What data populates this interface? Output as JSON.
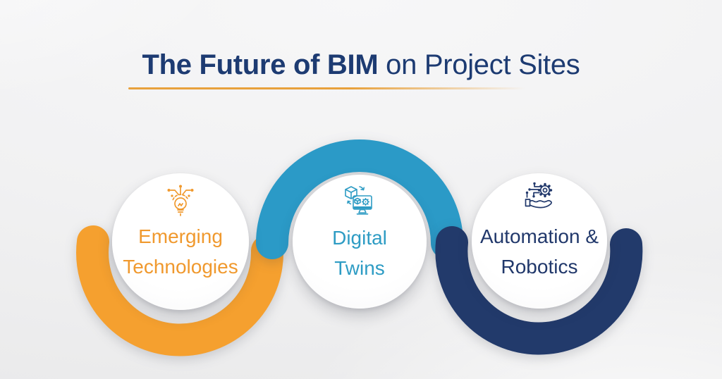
{
  "title": {
    "bold": "The Future of BIM",
    "regular": " on Project Sites",
    "color": "#1d3b72",
    "underline_color": "#e8a13c"
  },
  "cards": [
    {
      "id": "emerging-technologies",
      "line1": "Emerging",
      "line2": "Technologies",
      "text_color": "#f0992e",
      "arc_color": "#f5a02f",
      "icon": "circuit-lightbulb-icon"
    },
    {
      "id": "digital-twins",
      "line1": "Digital",
      "line2": "Twins",
      "text_color": "#2e9cc4",
      "arc_color": "#2b9ac7",
      "icon": "digital-twin-monitor-icon"
    },
    {
      "id": "automation-robotics",
      "line1": "Automation &",
      "line2": "Robotics",
      "text_color": "#21386b",
      "arc_color": "#223a6b",
      "icon": "hand-holding-gear-icon"
    }
  ]
}
